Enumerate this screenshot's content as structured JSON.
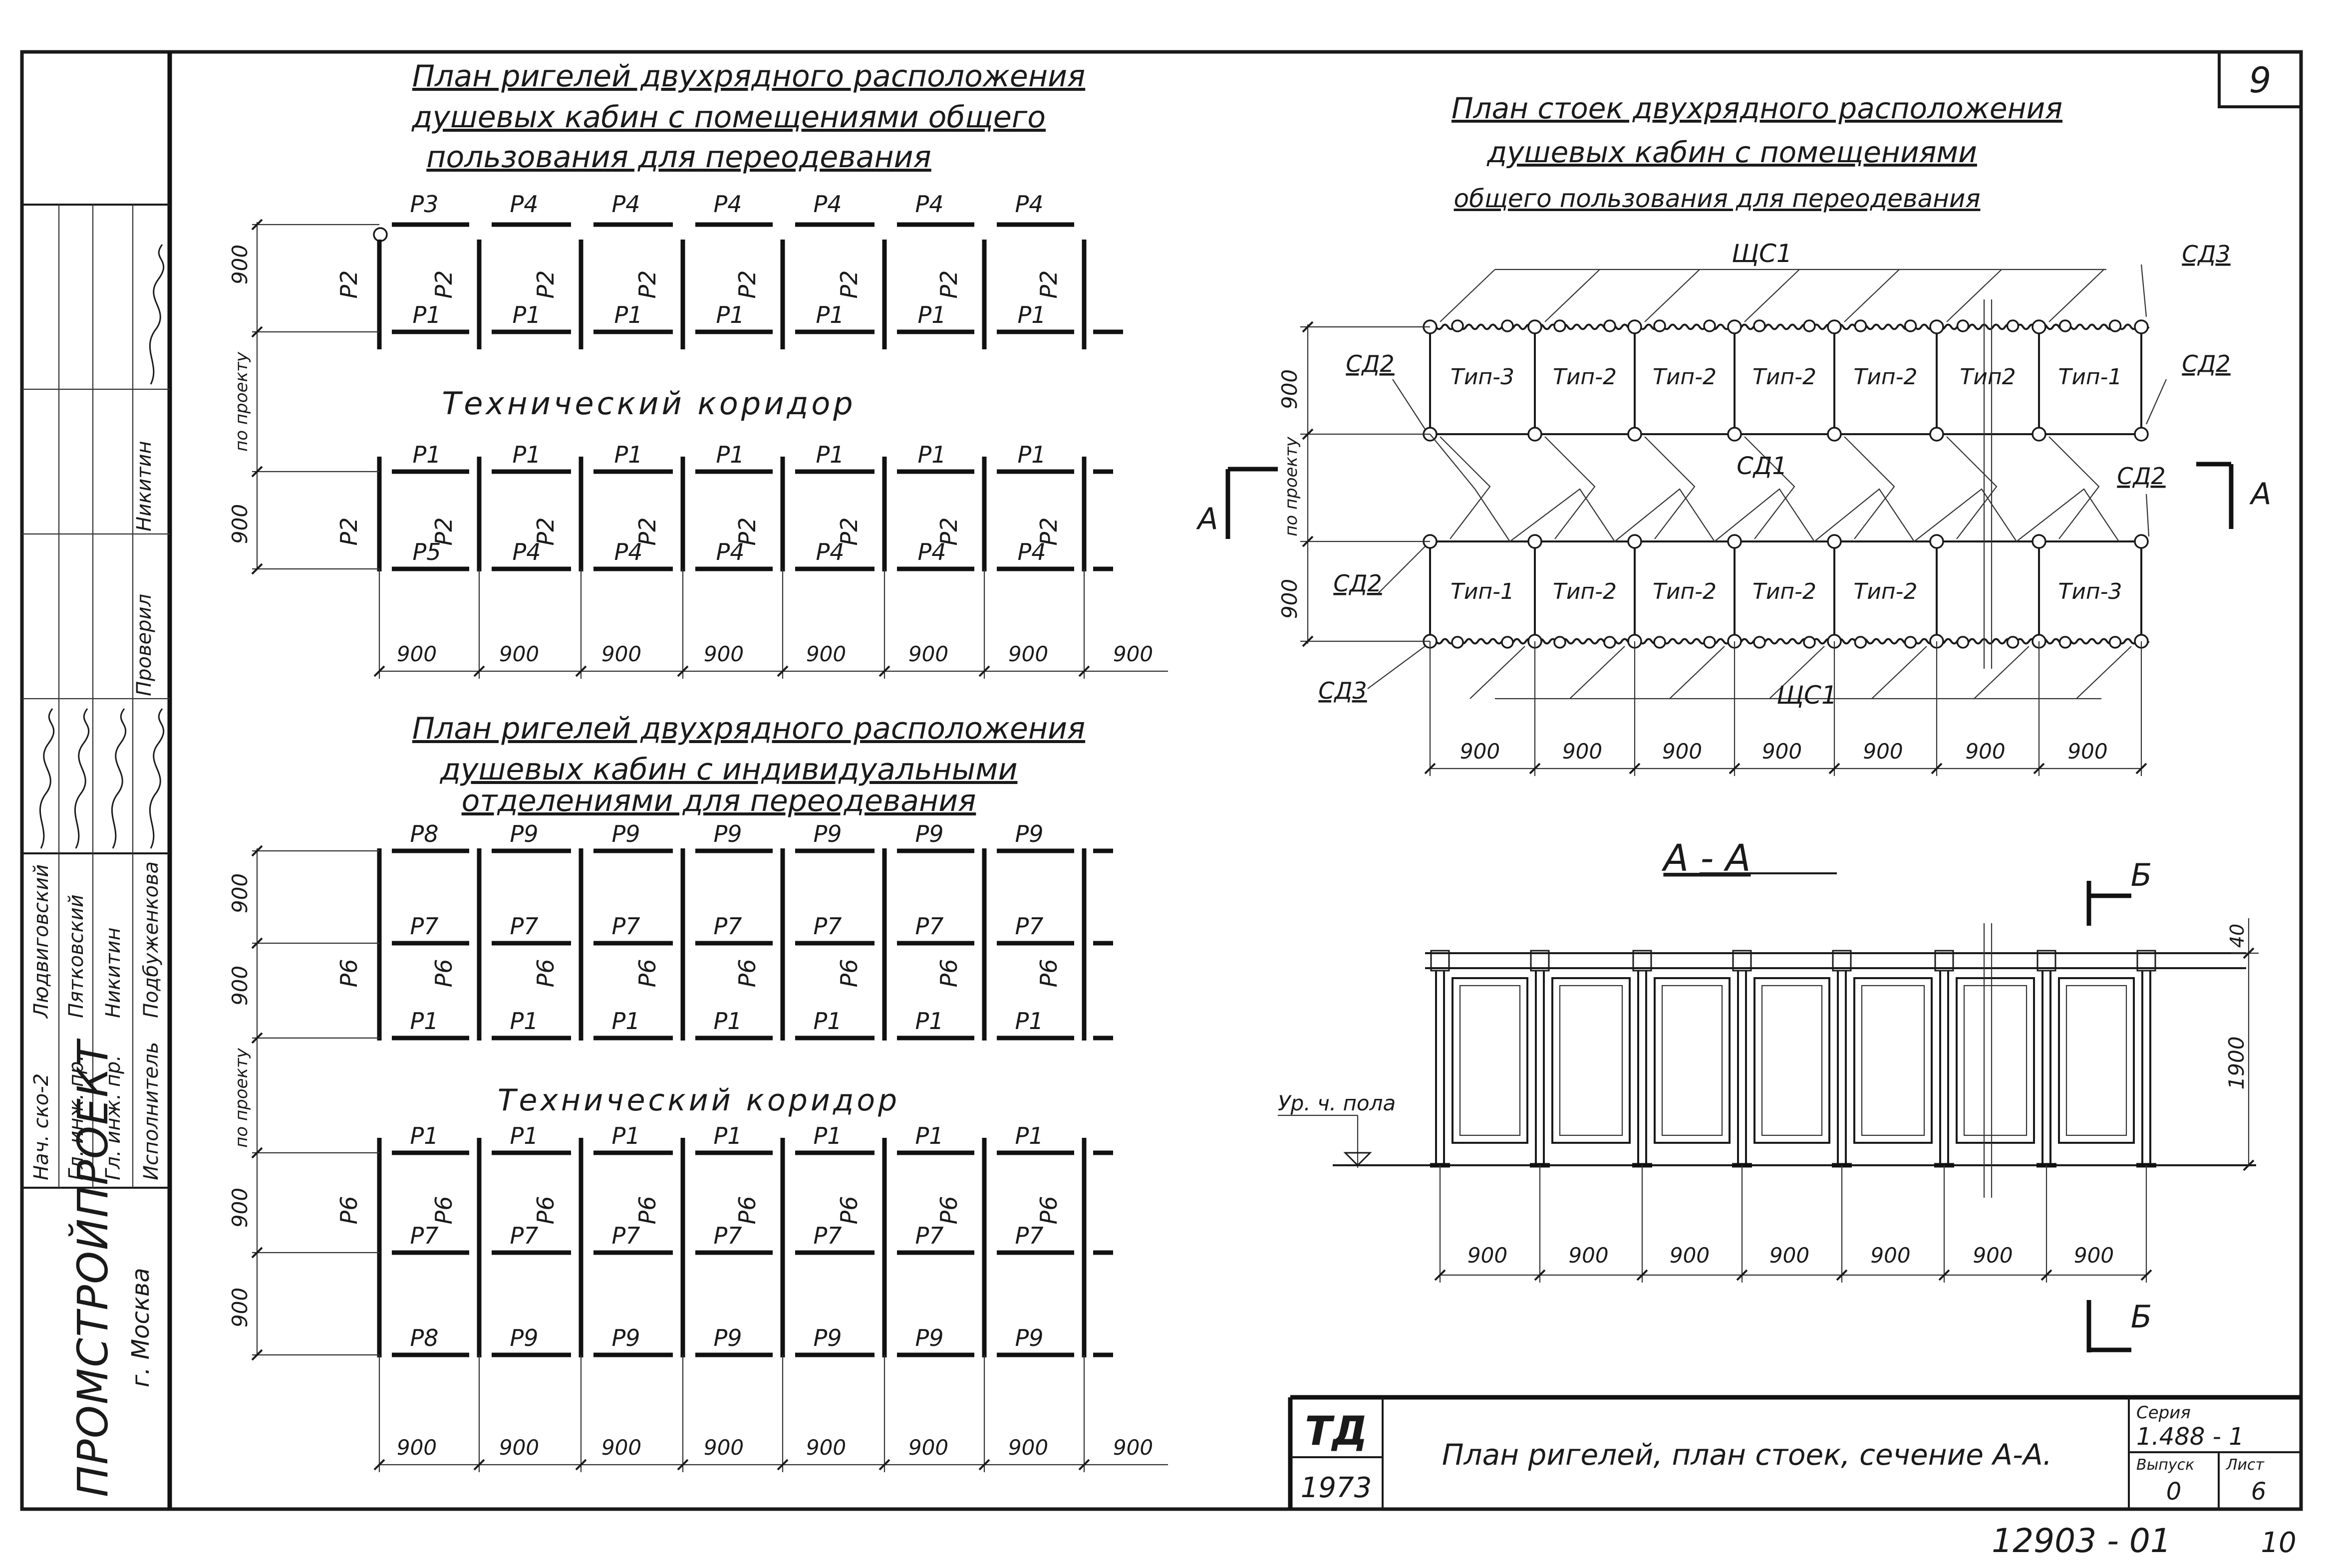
{
  "sheet": {
    "number_top": "9",
    "number_bottom_left": "12903 - 01",
    "number_bottom_right": "10"
  },
  "side_stamp": {
    "organization": "ПРОМСТРОЙПРОЕКТ",
    "city": "г. Москва",
    "roles": [
      {
        "role": "Нач. ско-2",
        "name": "Людвиговский",
        "signed": true
      },
      {
        "role": "Гл. инж. пр.",
        "name": "Пятковский",
        "signed": true
      },
      {
        "role": "Гл. инж. пр.",
        "name": "Никитин",
        "signed": true
      },
      {
        "role": "Исполнитель",
        "name": "Подбуженкова",
        "signed": true
      },
      {
        "role": "Проверил",
        "name": "Никитин",
        "signed": true
      }
    ]
  },
  "plan_top_left": {
    "title": [
      "План ригелей двухрядного расположения",
      "душевых кабин с помещениями общего",
      "пользования для переодевания"
    ],
    "top_row_labels": [
      "Р3",
      "Р4",
      "Р4",
      "Р4",
      "Р4",
      "Р4",
      "Р4"
    ],
    "upper_middle_labels": [
      "Р1",
      "Р1",
      "Р1",
      "Р1",
      "Р1",
      "Р1",
      "Р1"
    ],
    "corridor_top_labels": [
      "Р1",
      "Р1",
      "Р1",
      "Р1",
      "Р1",
      "Р1",
      "Р1"
    ],
    "bottom_row_labels": [
      "Р5",
      "Р4",
      "Р4",
      "Р4",
      "Р4",
      "Р4",
      "Р4"
    ],
    "vertical_label": "Р2",
    "corridor": "Технический коридор",
    "dims_horizontal": [
      "900",
      "900",
      "900",
      "900",
      "900",
      "900",
      "900",
      "900"
    ],
    "dims_vertical": [
      "900",
      "900"
    ],
    "by_project": "по проекту"
  },
  "plan_bottom_left": {
    "title": [
      "План ригелей двухрядного расположения",
      "душевых кабин с индивидуальными",
      "отделениями для переодевания"
    ],
    "top_row_labels": [
      "Р8",
      "Р9",
      "Р9",
      "Р9",
      "Р9",
      "Р9",
      "Р9"
    ],
    "row2_labels": [
      "Р7",
      "Р7",
      "Р7",
      "Р7",
      "Р7",
      "Р7",
      "Р7"
    ],
    "row3_labels": [
      "Р1",
      "Р1",
      "Р1",
      "Р1",
      "Р1",
      "Р1",
      "Р1"
    ],
    "row4_labels": [
      "Р1",
      "Р1",
      "Р1",
      "Р1",
      "Р1",
      "Р1",
      "Р1"
    ],
    "row5_labels": [
      "Р7",
      "Р7",
      "Р7",
      "Р7",
      "Р7",
      "Р7",
      "Р7"
    ],
    "row6_labels": [
      "Р8",
      "Р9",
      "Р9",
      "Р9",
      "Р9",
      "Р9",
      "Р9"
    ],
    "vertical_label": "Р6",
    "corridor": "Технический коридор",
    "dims_horizontal": [
      "900",
      "900",
      "900",
      "900",
      "900",
      "900",
      "900",
      "900"
    ],
    "dims_vertical": [
      "900",
      "900",
      "900",
      "900"
    ],
    "by_project": "по проекту"
  },
  "plan_right": {
    "title": [
      "План стоек двухрядного расположения",
      "душевых кабин с помещениями",
      "общего пользования для переодевания"
    ],
    "top_types": [
      "Тип-3",
      "Тип-2",
      "Тип-2",
      "Тип-2",
      "Тип-2",
      "Тип2",
      "Тип-1"
    ],
    "bottom_types": [
      "Тип-1",
      "Тип-2",
      "Тип-2",
      "Тип-2",
      "Тип-2",
      "",
      "Тип-3"
    ],
    "labels": {
      "shield_top": "ЩС1",
      "shield_bottom": "ЩС1",
      "sd1": "СД1",
      "sd2": "СД2",
      "sd3": "СД3"
    },
    "section_mark": "А",
    "dims_horizontal": [
      "900",
      "900",
      "900",
      "900",
      "900",
      "900",
      "900"
    ],
    "dims_vertical": [
      "900",
      "900"
    ],
    "by_project": "по проекту"
  },
  "section_aa": {
    "title": "А - А",
    "mark": "Б",
    "floor_level": "Ур. ч. пола",
    "dims_horizontal": [
      "900",
      "900",
      "900",
      "900",
      "900",
      "900",
      "900"
    ],
    "height": "1900",
    "top": "40"
  },
  "title_block": {
    "td": "ТД",
    "year": "1973",
    "title": "План ригелей, план стоек, сечение А-А.",
    "series_label": "Серия",
    "series": "1.488 - 1",
    "issue_label": "Выпуск",
    "issue": "0",
    "sheet_label": "Лист",
    "sheet": "6"
  }
}
